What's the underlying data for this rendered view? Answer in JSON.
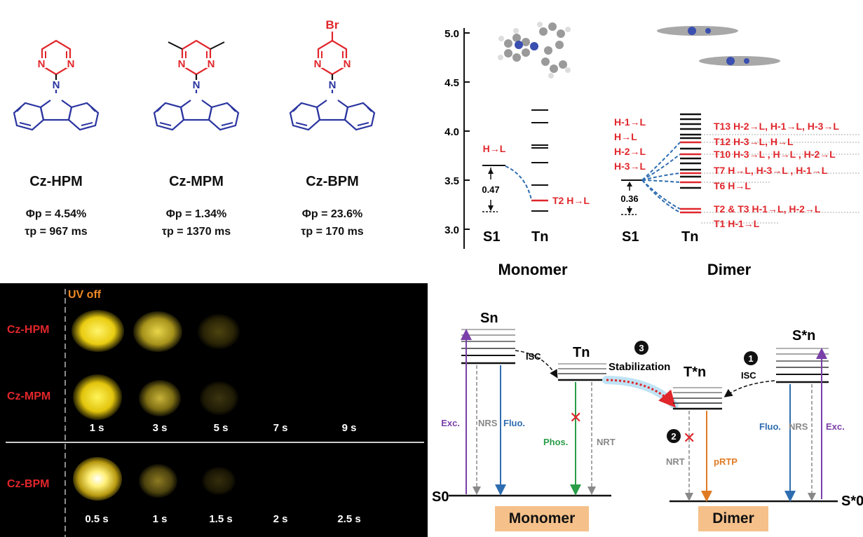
{
  "molecules": [
    {
      "name": "Cz-HPM",
      "substituent": "",
      "phi": "Φp = 4.54%",
      "tau": "τp = 967 ms"
    },
    {
      "name": "Cz-MPM",
      "substituent": "",
      "phi": "Φp = 1.34%",
      "tau": "τp = 1370 ms"
    },
    {
      "name": "Cz-BPM",
      "substituent": "Br",
      "phi": "Φp = 23.6%",
      "tau": "τp = 170 ms"
    }
  ],
  "atoms": {
    "N": "N"
  },
  "energy_diagram": {
    "y_ticks": [
      "5.0",
      "4.5",
      "4.0",
      "3.5",
      "3.0"
    ],
    "monomer": {
      "title": "Monomer",
      "s1": "S1",
      "tn": "Tn",
      "gap": "0.47",
      "s1_label": "H→L",
      "t2_label": "T2 H→L"
    },
    "dimer": {
      "title": "Dimer",
      "s1": "S1",
      "tn": "Tn",
      "gap": "0.36",
      "s1_labels": [
        "H-1→L",
        "H→L",
        "H-2→L",
        "H-3→L"
      ],
      "t_labels": [
        "T13 H-2→L, H-1→L, H-3→L",
        "T12 H-3→L, H→L",
        "T10 H-3→L , H→L , H-2→L",
        "T7 H→L, H-3→L , H-1→L",
        "T6 H→L",
        "T2 & T3 H-1→L, H-2→L",
        "T1 H-1→L"
      ]
    }
  },
  "photo_panel": {
    "uv_off": "UV off",
    "rows": [
      {
        "label": "Cz-HPM"
      },
      {
        "label": "Cz-MPM"
      },
      {
        "label": "Cz-BPM"
      }
    ],
    "times_top": [
      "1 s",
      "3 s",
      "5 s",
      "7 s",
      "9 s"
    ],
    "times_bottom": [
      "0.5 s",
      "1 s",
      "1.5 s",
      "2 s",
      "2.5 s"
    ]
  },
  "jablonski": {
    "monomer_tag": "Monomer",
    "dimer_tag": "Dimer",
    "sn": "Sn",
    "tn": "Tn",
    "tn_star": "T*n",
    "sn_star": "S*n",
    "s0": "S0",
    "s0_star": "S*0",
    "isc": "ISC",
    "isc2": "ISC",
    "stabilization": "Stabilization",
    "exc": "Exc.",
    "exc2": "Exc.",
    "fluo": "Fluo.",
    "fluo2": "Fluo.",
    "phos": "Phos.",
    "prtp": "pRTP",
    "nrs": "NRS",
    "nrs2": "NRS",
    "nrt": "NRT",
    "nrt2": "NRT",
    "step1": "1",
    "step2": "2",
    "step3": "3"
  }
}
